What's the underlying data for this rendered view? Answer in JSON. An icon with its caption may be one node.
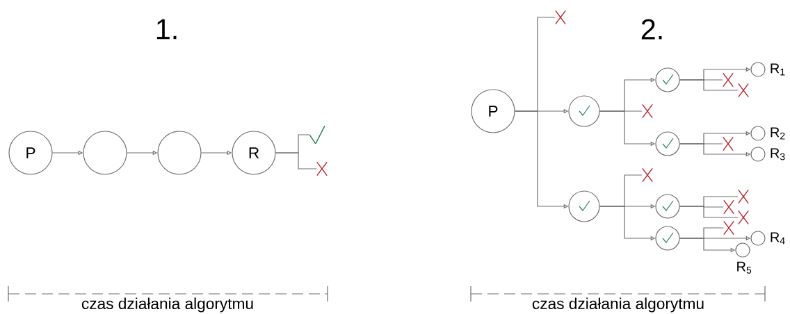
{
  "diagram": {
    "nodes": [
      {
        "text": [
          "P"
        ]
      },
      {
        "text": [],
        "shape": "circle"
      },
      {
        "text": [],
        "shape": "circle"
      },
      {
        "text": [
          "R"
        ]
      },
      {
        "text": [],
        "shape": "check"
      },
      {
        "text": [],
        "shape": "cross"
      },
      {
        "text": [
          "P"
        ]
      },
      {
        "text": [],
        "shape": "cross"
      },
      {
        "text": [],
        "shape": "checkcircle"
      },
      {
        "text": [],
        "shape": "checkcircle"
      },
      {
        "text": [],
        "shape": "checkcircle"
      },
      {
        "text": [],
        "shape": "cross"
      },
      {
        "text": [],
        "shape": "checkcircle"
      },
      {
        "text": [
          "R$_{1}$"
        ]
      },
      {
        "text": [],
        "shape": "cross"
      },
      {
        "text": [],
        "shape": "cross"
      },
      {
        "text": [
          "R$_{2}$"
        ]
      },
      {
        "text": [],
        "shape": "cross"
      },
      {
        "text": [
          "R$_{3}$"
        ]
      },
      {
        "text": [],
        "shape": "cross"
      },
      {
        "text": [],
        "shape": "checkcircle"
      },
      {
        "text": [],
        "shape": "checkcircle"
      },
      {
        "text": [],
        "shape": "cross"
      },
      {
        "text": [],
        "shape": "cross"
      },
      {
        "text": [],
        "shape": "cross"
      },
      {
        "text": [],
        "shape": "cross"
      },
      {
        "text": [
          "R$_{4}$"
        ]
      },
      {
        "text": [
          "R$_{5}$"
        ]
      }
    ],
    "edges": [
      {
        "from": 0,
        "to": 1,
        "arrow": "to"
      },
      {
        "from": 1,
        "to": 2,
        "arrow": "to"
      },
      {
        "from": 2,
        "to": 3,
        "arrow": "to"
      },
      {
        "from": 3,
        "to": 4,
        "arrow": "none"
      },
      {
        "from": 3,
        "to": 5,
        "arrow": "none"
      },
      {
        "from": 6,
        "to": 7,
        "arrow": "none"
      },
      {
        "from": 6,
        "to": 8,
        "arrow": "to"
      },
      {
        "from": 6,
        "to": 9,
        "arrow": "to"
      },
      {
        "from": 8,
        "to": 10,
        "arrow": "to"
      },
      {
        "from": 8,
        "to": 11,
        "arrow": "none"
      },
      {
        "from": 8,
        "to": 12,
        "arrow": "to"
      },
      {
        "from": 10,
        "to": 13,
        "arrow": "to"
      },
      {
        "from": 10,
        "to": 14,
        "arrow": "none"
      },
      {
        "from": 10,
        "to": 15,
        "arrow": "none"
      },
      {
        "from": 12,
        "to": 16,
        "arrow": "to"
      },
      {
        "from": 12,
        "to": 17,
        "arrow": "none"
      },
      {
        "from": 12,
        "to": 18,
        "arrow": "to"
      },
      {
        "from": 9,
        "to": 19,
        "arrow": "none"
      },
      {
        "from": 9,
        "to": 20,
        "arrow": "to"
      },
      {
        "from": 9,
        "to": 21,
        "arrow": "to"
      },
      {
        "from": 20,
        "to": 22,
        "arrow": "none"
      },
      {
        "from": 20,
        "to": 23,
        "arrow": "none"
      },
      {
        "from": 20,
        "to": 24,
        "arrow": "none"
      },
      {
        "from": 21,
        "to": 25,
        "arrow": "none"
      },
      {
        "from": 21,
        "to": 26,
        "arrow": "to"
      },
      {
        "from": 21,
        "to": 27,
        "arrow": "to"
      }
    ],
    "labels": [
      "1.",
      "2.",
      "czas działania algorytmu",
      "czas działania algorytmu"
    ]
  }
}
